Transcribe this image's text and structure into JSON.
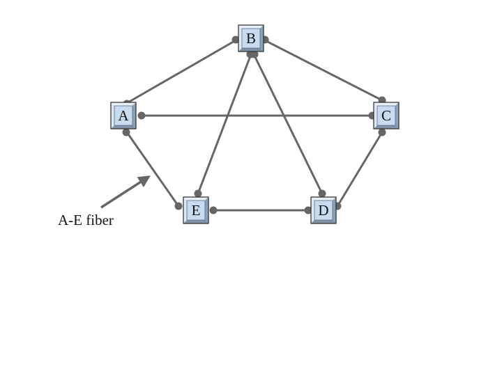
{
  "diagram": {
    "type": "network-topology",
    "nodes": [
      {
        "id": "A",
        "label": "A"
      },
      {
        "id": "B",
        "label": "B"
      },
      {
        "id": "C",
        "label": "C"
      },
      {
        "id": "D",
        "label": "D"
      },
      {
        "id": "E",
        "label": "E"
      }
    ],
    "links": [
      {
        "from": "A",
        "to": "B"
      },
      {
        "from": "A",
        "to": "C"
      },
      {
        "from": "A",
        "to": "E"
      },
      {
        "from": "B",
        "to": "C"
      },
      {
        "from": "B",
        "to": "E"
      },
      {
        "from": "B",
        "to": "D"
      },
      {
        "from": "C",
        "to": "D"
      },
      {
        "from": "E",
        "to": "D"
      }
    ],
    "callout": {
      "label": "A-E fiber",
      "target_link": "A-E"
    },
    "colors": {
      "node_fill": "#c7dcf0",
      "node_bevel_light": "#e8f1fa",
      "node_bevel_dark": "#7f93a8",
      "node_border": "#2a2a2a",
      "link": "#666666",
      "port": "#666666"
    }
  }
}
